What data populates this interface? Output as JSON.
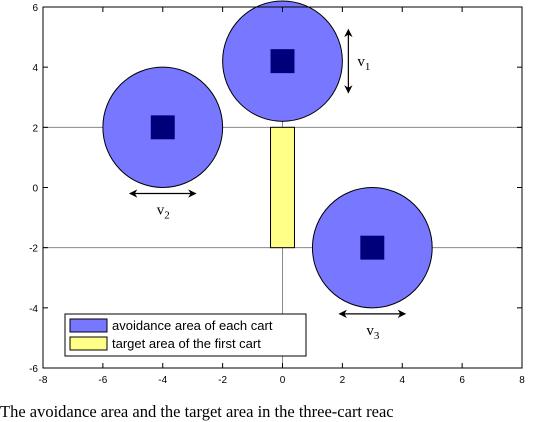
{
  "chart_data": {
    "type": "scatter",
    "xlim": [
      -8,
      8
    ],
    "ylim": [
      -6,
      6
    ],
    "x_ticks": [
      -8,
      -6,
      -4,
      -2,
      0,
      2,
      4,
      6,
      8
    ],
    "y_ticks": [
      -6,
      -4,
      -2,
      0,
      2,
      4,
      6
    ],
    "reference_lines": {
      "x": [
        0
      ],
      "y": [
        2,
        -2
      ]
    },
    "grid": false,
    "avoidance_radius": 2,
    "carts": [
      {
        "x": 0,
        "y": 4.2,
        "velocity_label": "v",
        "velocity_sub": "1",
        "velocity_axis": "vertical"
      },
      {
        "x": -4,
        "y": 2,
        "velocity_label": "v",
        "velocity_sub": "2",
        "velocity_axis": "horizontal"
      },
      {
        "x": 3,
        "y": -2,
        "velocity_label": "v",
        "velocity_sub": "3",
        "velocity_axis": "horizontal"
      }
    ],
    "target_area": {
      "x": [
        -0.4,
        0.4
      ],
      "y": [
        -2,
        2
      ]
    },
    "legend": {
      "placement": "bottom-left",
      "entries": [
        {
          "label": "avoidance area of each cart",
          "color": "#7777ff"
        },
        {
          "label": "target area of the first cart",
          "color": "#ffff88"
        }
      ]
    },
    "colors": {
      "avoidance": "#7777ff",
      "cart": "#00007a",
      "target": "#ffff88",
      "reference_line": "#8a8a8a"
    }
  },
  "caption": "The avoidance area and the target area in the three-cart reac"
}
